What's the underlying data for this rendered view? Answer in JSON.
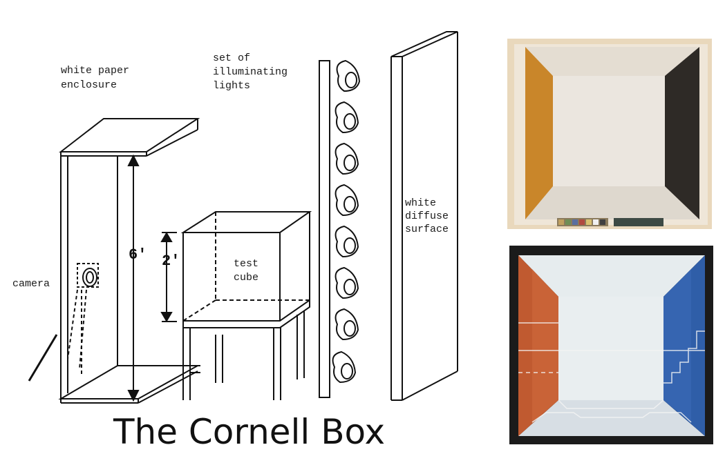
{
  "labels": {
    "enclosure_line1": "white paper",
    "enclosure_line2": "enclosure",
    "lights_line1": "set of",
    "lights_line2": "illuminating",
    "lights_line3": "lights",
    "surface_line1": "white",
    "surface_line2": "diffuse",
    "surface_line3": "surface",
    "camera": "camera",
    "cube_line1": "test",
    "cube_line2": "cube",
    "dim_enclosure": "6'",
    "dim_cube": "2'"
  },
  "title": "The Cornell Box",
  "colors": {
    "photo_left_wall": "#c9862a",
    "photo_right_wall": "#2e2a26",
    "photo_frame": "#e8d7bd",
    "render_left_wall": "#c05a30",
    "render_right_wall": "#2f5ea8",
    "render_frame": "#1b1b1b"
  }
}
